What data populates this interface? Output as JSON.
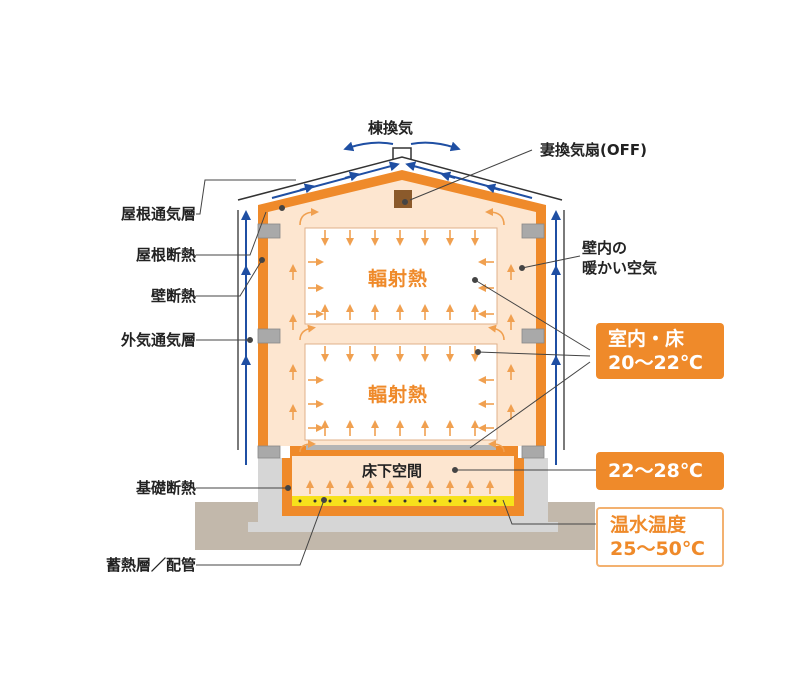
{
  "labels": {
    "ridge_vent": "棟換気",
    "gable_fan": "妻換気扇(OFF)",
    "roof_vent_layer": "屋根通気層",
    "roof_insulation": "屋根断熱",
    "wall_insulation": "壁断熱",
    "outer_vent_layer": "外気通気層",
    "foundation_insulation": "基礎断熱",
    "storage_layer": "蓄熱層／配管",
    "wall_warm_air_line1": "壁内の",
    "wall_warm_air_line2": "暖かい空気",
    "radiant_heat_upper": "輻射熱",
    "radiant_heat_lower": "輻射熱",
    "underfloor_space": "床下空間"
  },
  "boxes": {
    "room_floor_line1": "室内・床",
    "room_floor_line2": "20～22℃",
    "underfloor_temp": "22～28℃",
    "hot_water_line1": "温水温度",
    "hot_water_line2": "25～50℃"
  },
  "colors": {
    "orange": "#ef8a2a",
    "light_orange": "#f8b77a",
    "interior": "#fde6d0",
    "blue_arrow": "#1f4fa3",
    "ground": "#c2b8ab",
    "foundation": "#d6d6d6",
    "heat_layer": "#f7e21b",
    "fan": "#8b5a2b"
  }
}
